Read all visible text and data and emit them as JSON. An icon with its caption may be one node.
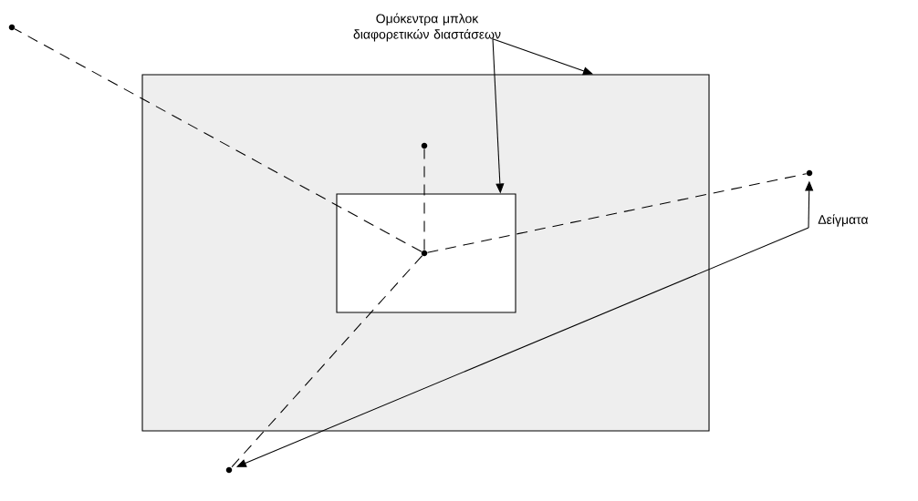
{
  "diagram": {
    "nodes": [
      {
        "text": [],
        "shape": "box"
      },
      {
        "text": [],
        "shape": "box",
        "in": 0
      },
      {
        "text": [
          "Ομόκεντρα μπλοκ διαφορετικών διαστάσεων"
        ]
      },
      {
        "text": [
          "Δείγματα"
        ]
      },
      {
        "text": [],
        "shape": "circle"
      },
      {
        "text": [],
        "shape": "circle",
        "in": 0
      },
      {
        "text": [],
        "shape": "circle",
        "in": 1
      },
      {
        "text": [],
        "shape": "circle"
      },
      {
        "text": [],
        "shape": "circle"
      }
    ],
    "edges": [
      {
        "from": 6,
        "to": 4,
        "arrow": "none",
        "style": "dashed"
      },
      {
        "from": 6,
        "to": 5,
        "arrow": "none",
        "style": "dashed"
      },
      {
        "from": 6,
        "to": 7,
        "arrow": "none",
        "style": "dashed"
      },
      {
        "from": 6,
        "to": 8,
        "arrow": "none",
        "style": "dashed"
      },
      {
        "from": 2,
        "to": 0,
        "arrow": "to"
      },
      {
        "from": 2,
        "to": 1,
        "arrow": "to"
      },
      {
        "from": 3,
        "to": 7,
        "arrow": "to"
      },
      {
        "from": 3,
        "to": 8,
        "arrow": "to"
      }
    ]
  }
}
